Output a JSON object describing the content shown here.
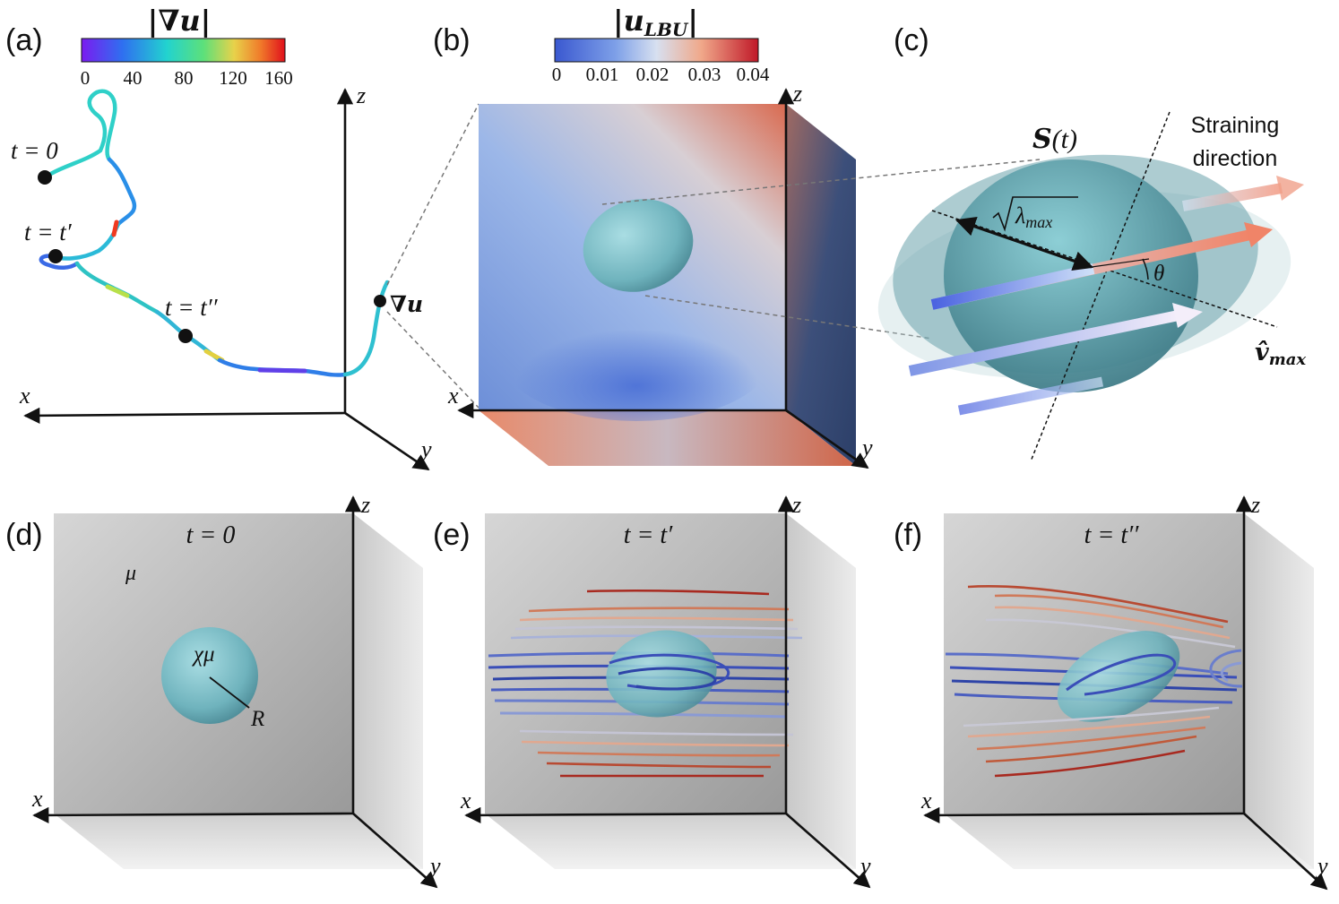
{
  "panels": {
    "a": "(a)",
    "b": "(b)",
    "c": "(c)",
    "d": "(d)",
    "e": "(e)",
    "f": "(f)"
  },
  "colorbar_a": {
    "title": "|∇u|",
    "ticks": [
      "0",
      "40",
      "80",
      "120",
      "160"
    ]
  },
  "colorbar_b": {
    "title": "|u",
    "title_sub": "LBU",
    "title_end": "|",
    "ticks": [
      "0",
      "0.01",
      "0.02",
      "0.03",
      "0.04"
    ]
  },
  "axes": {
    "x": "x",
    "y": "y",
    "z": "z"
  },
  "panel_a": {
    "t0": "t = 0",
    "t1": "t = t′",
    "t2": "t = t′′",
    "grad": "∇u"
  },
  "panel_c": {
    "S": "S",
    "S_arg": "(t)",
    "lambda": "λ",
    "lambda_sub": "max",
    "theta": "θ",
    "v": "v̂",
    "v_sub": "max",
    "straining_1": "Straining",
    "straining_2": "direction"
  },
  "panel_d": {
    "time": "t = 0",
    "mu": "μ",
    "chimu": "χμ",
    "R": "R"
  },
  "panel_e": {
    "time": "t = t′"
  },
  "panel_f": {
    "time": "t = t′′"
  },
  "colors": {
    "droplet": "#7fbfc8",
    "flow_low": "#3b5fc4",
    "flow_high": "#c8422c"
  }
}
